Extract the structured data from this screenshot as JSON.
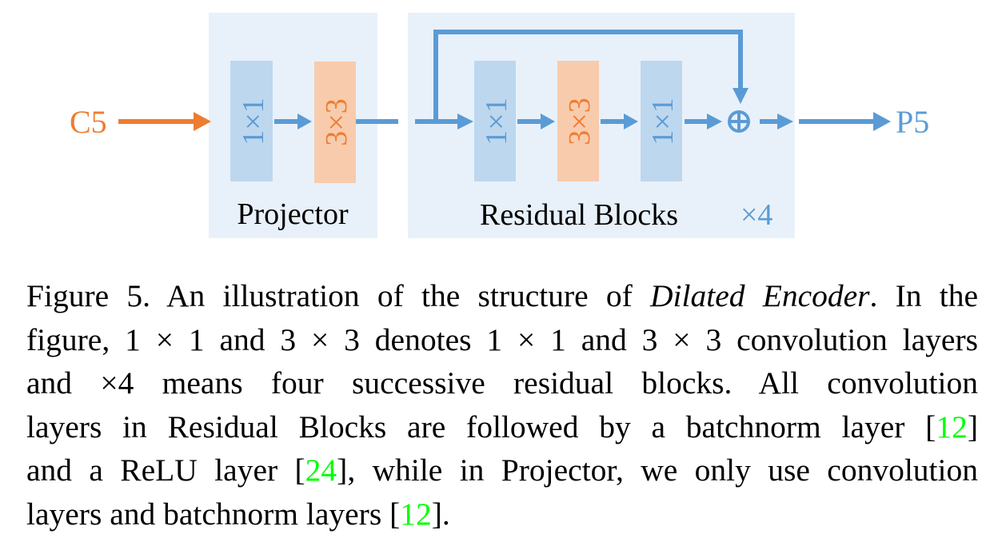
{
  "figure": {
    "input_label": "C5",
    "output_label": "P5",
    "projector": {
      "title": "Projector",
      "layers": [
        "1×1",
        "3×3"
      ]
    },
    "residual": {
      "title": "Residual Blocks",
      "repeat_label": "×4",
      "layers": [
        "1×1",
        "3×3",
        "1×1"
      ],
      "sum_symbol": "⊕"
    },
    "colors": {
      "panel_bg": "#e8f1fa",
      "blue_block": "#bdd7ee",
      "orange_block": "#f8cbad",
      "blue_arrow": "#5b9bd5",
      "orange_arrow": "#ed7d31",
      "citation": "#00ff00"
    }
  },
  "caption": {
    "lines": [
      [
        {
          "t": "Figure 5. An illustration of the structure of "
        },
        {
          "t": "Dilated Encoder",
          "style": "italic"
        },
        {
          "t": ". In the"
        }
      ],
      [
        {
          "t": "figure, 1 × 1 and 3 × 3 denotes 1 × 1 and 3 × 3 convolution layers"
        }
      ],
      [
        {
          "t": "and ×4 means four successive residual blocks.  All convolution"
        }
      ],
      [
        {
          "t": "layers in Residual Blocks are followed by a batchnorm layer ["
        },
        {
          "t": "12",
          "style": "cite"
        },
        {
          "t": "]"
        }
      ],
      [
        {
          "t": "and a ReLU layer ["
        },
        {
          "t": "24",
          "style": "cite"
        },
        {
          "t": "], while in Projector, we only use convolution"
        }
      ],
      [
        {
          "t": "layers and batchnorm layers ["
        },
        {
          "t": "12",
          "style": "cite"
        },
        {
          "t": "]."
        }
      ]
    ]
  }
}
